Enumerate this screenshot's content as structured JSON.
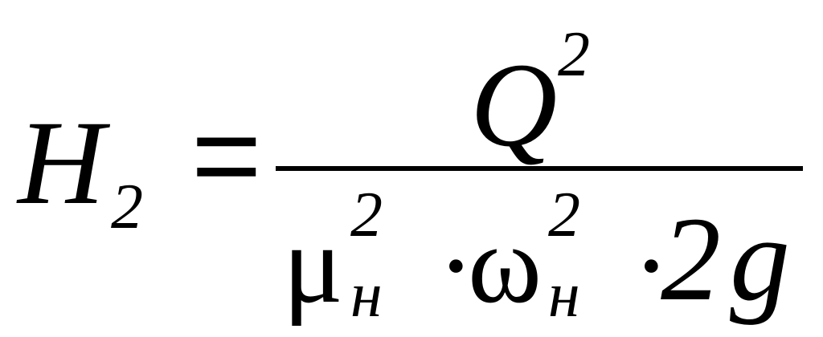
{
  "formula": {
    "lhs": {
      "variable": "H",
      "subscript": "2"
    },
    "equals": "=",
    "numerator": {
      "variable": "Q",
      "exponent": "2"
    },
    "denominator": {
      "mu": "μ",
      "mu_exponent": "2",
      "mu_subscript": "н",
      "dot_1": "·",
      "omega": "ω",
      "omega_exponent": "2",
      "omega_subscript": "н",
      "dot_2": "·",
      "coefficient": "2",
      "g": "g"
    }
  }
}
